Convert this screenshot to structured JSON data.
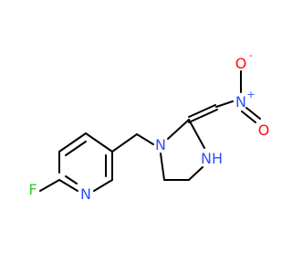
{
  "molecule": {
    "atoms": {
      "F": {
        "label": "F",
        "color": "#33cc33"
      },
      "N1": {
        "label": "N",
        "color": "#3050f8"
      },
      "N2": {
        "label": "N",
        "color": "#3050f8"
      },
      "N3": {
        "label": "NH",
        "color": "#3050f8"
      },
      "N4": {
        "label": "N",
        "color": "#3050f8"
      },
      "N4_charge": {
        "label": "+",
        "color": "#3050f8"
      },
      "O1": {
        "label": "O",
        "color": "#ff0d0d"
      },
      "O1_charge": {
        "label": "-",
        "color": "#ff0d0d"
      },
      "O2": {
        "label": "O",
        "color": "#ff0d0d"
      }
    },
    "bond_color": "#000000"
  }
}
